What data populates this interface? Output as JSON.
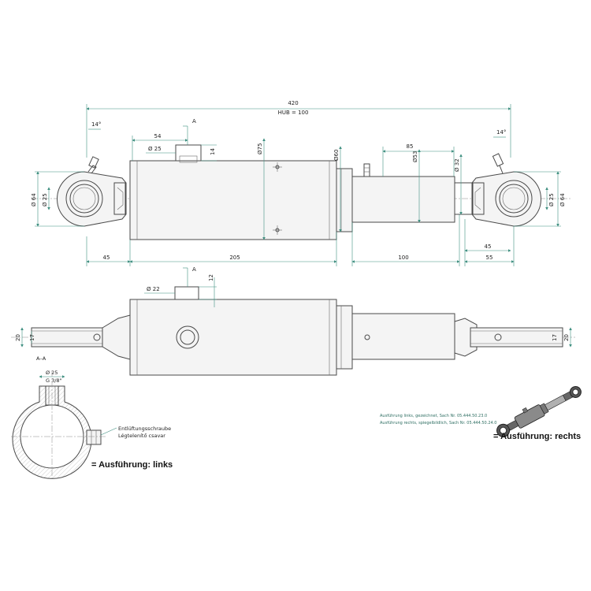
{
  "dimensions": {
    "overall": "420",
    "stroke": "HUB = 100",
    "angle_left": "14°",
    "angle_right": "14°",
    "port_offset": "54",
    "section_marker": "A",
    "port_dia_top": "Ø 25",
    "port_height_top": "14",
    "barrel_dia": "Ø75",
    "gland_dia": "Ø60",
    "rod_length": "85",
    "rod_dia": "Ø53",
    "rod_end_dia": "Ø 32",
    "eye_dia_left": "Ø 64",
    "pin_dia_left": "Ø 25",
    "pin_dia_right": "Ø 25",
    "eye_dia_right": "Ø 64",
    "left_eye_len": "45",
    "barrel_len": "205",
    "rod_ext": "100",
    "right_eye_len_top": "45",
    "right_eye_len": "55",
    "port_dia_side": "Ø 22",
    "port_height_side": "12",
    "lug_width_left": "20",
    "lug_slot_left": "17",
    "lug_slot_right": "17",
    "lug_width_right": "20"
  },
  "section": {
    "title": "A–A",
    "port_dia": "Ø 25",
    "thread": "G 3/8\"",
    "vent_label_de": "Entlüftungsschraube",
    "vent_label_hu": "Légtelenítő csavar"
  },
  "notes": {
    "left_version": "Ausführung links, gezeichnet, Sach Nr. 05.444.50.23.0",
    "right_version": "Ausführung rechts, spiegelbildlich, Sach Nr. 05.444.50.24.0"
  },
  "legend": {
    "left": "= Ausführung: links",
    "right": "= Ausführung: rechts"
  },
  "colors": {
    "line": "#4a4a4a",
    "dimension": "#3f8f80",
    "note": "#2f6f63",
    "fill": "#f4f4f4"
  }
}
